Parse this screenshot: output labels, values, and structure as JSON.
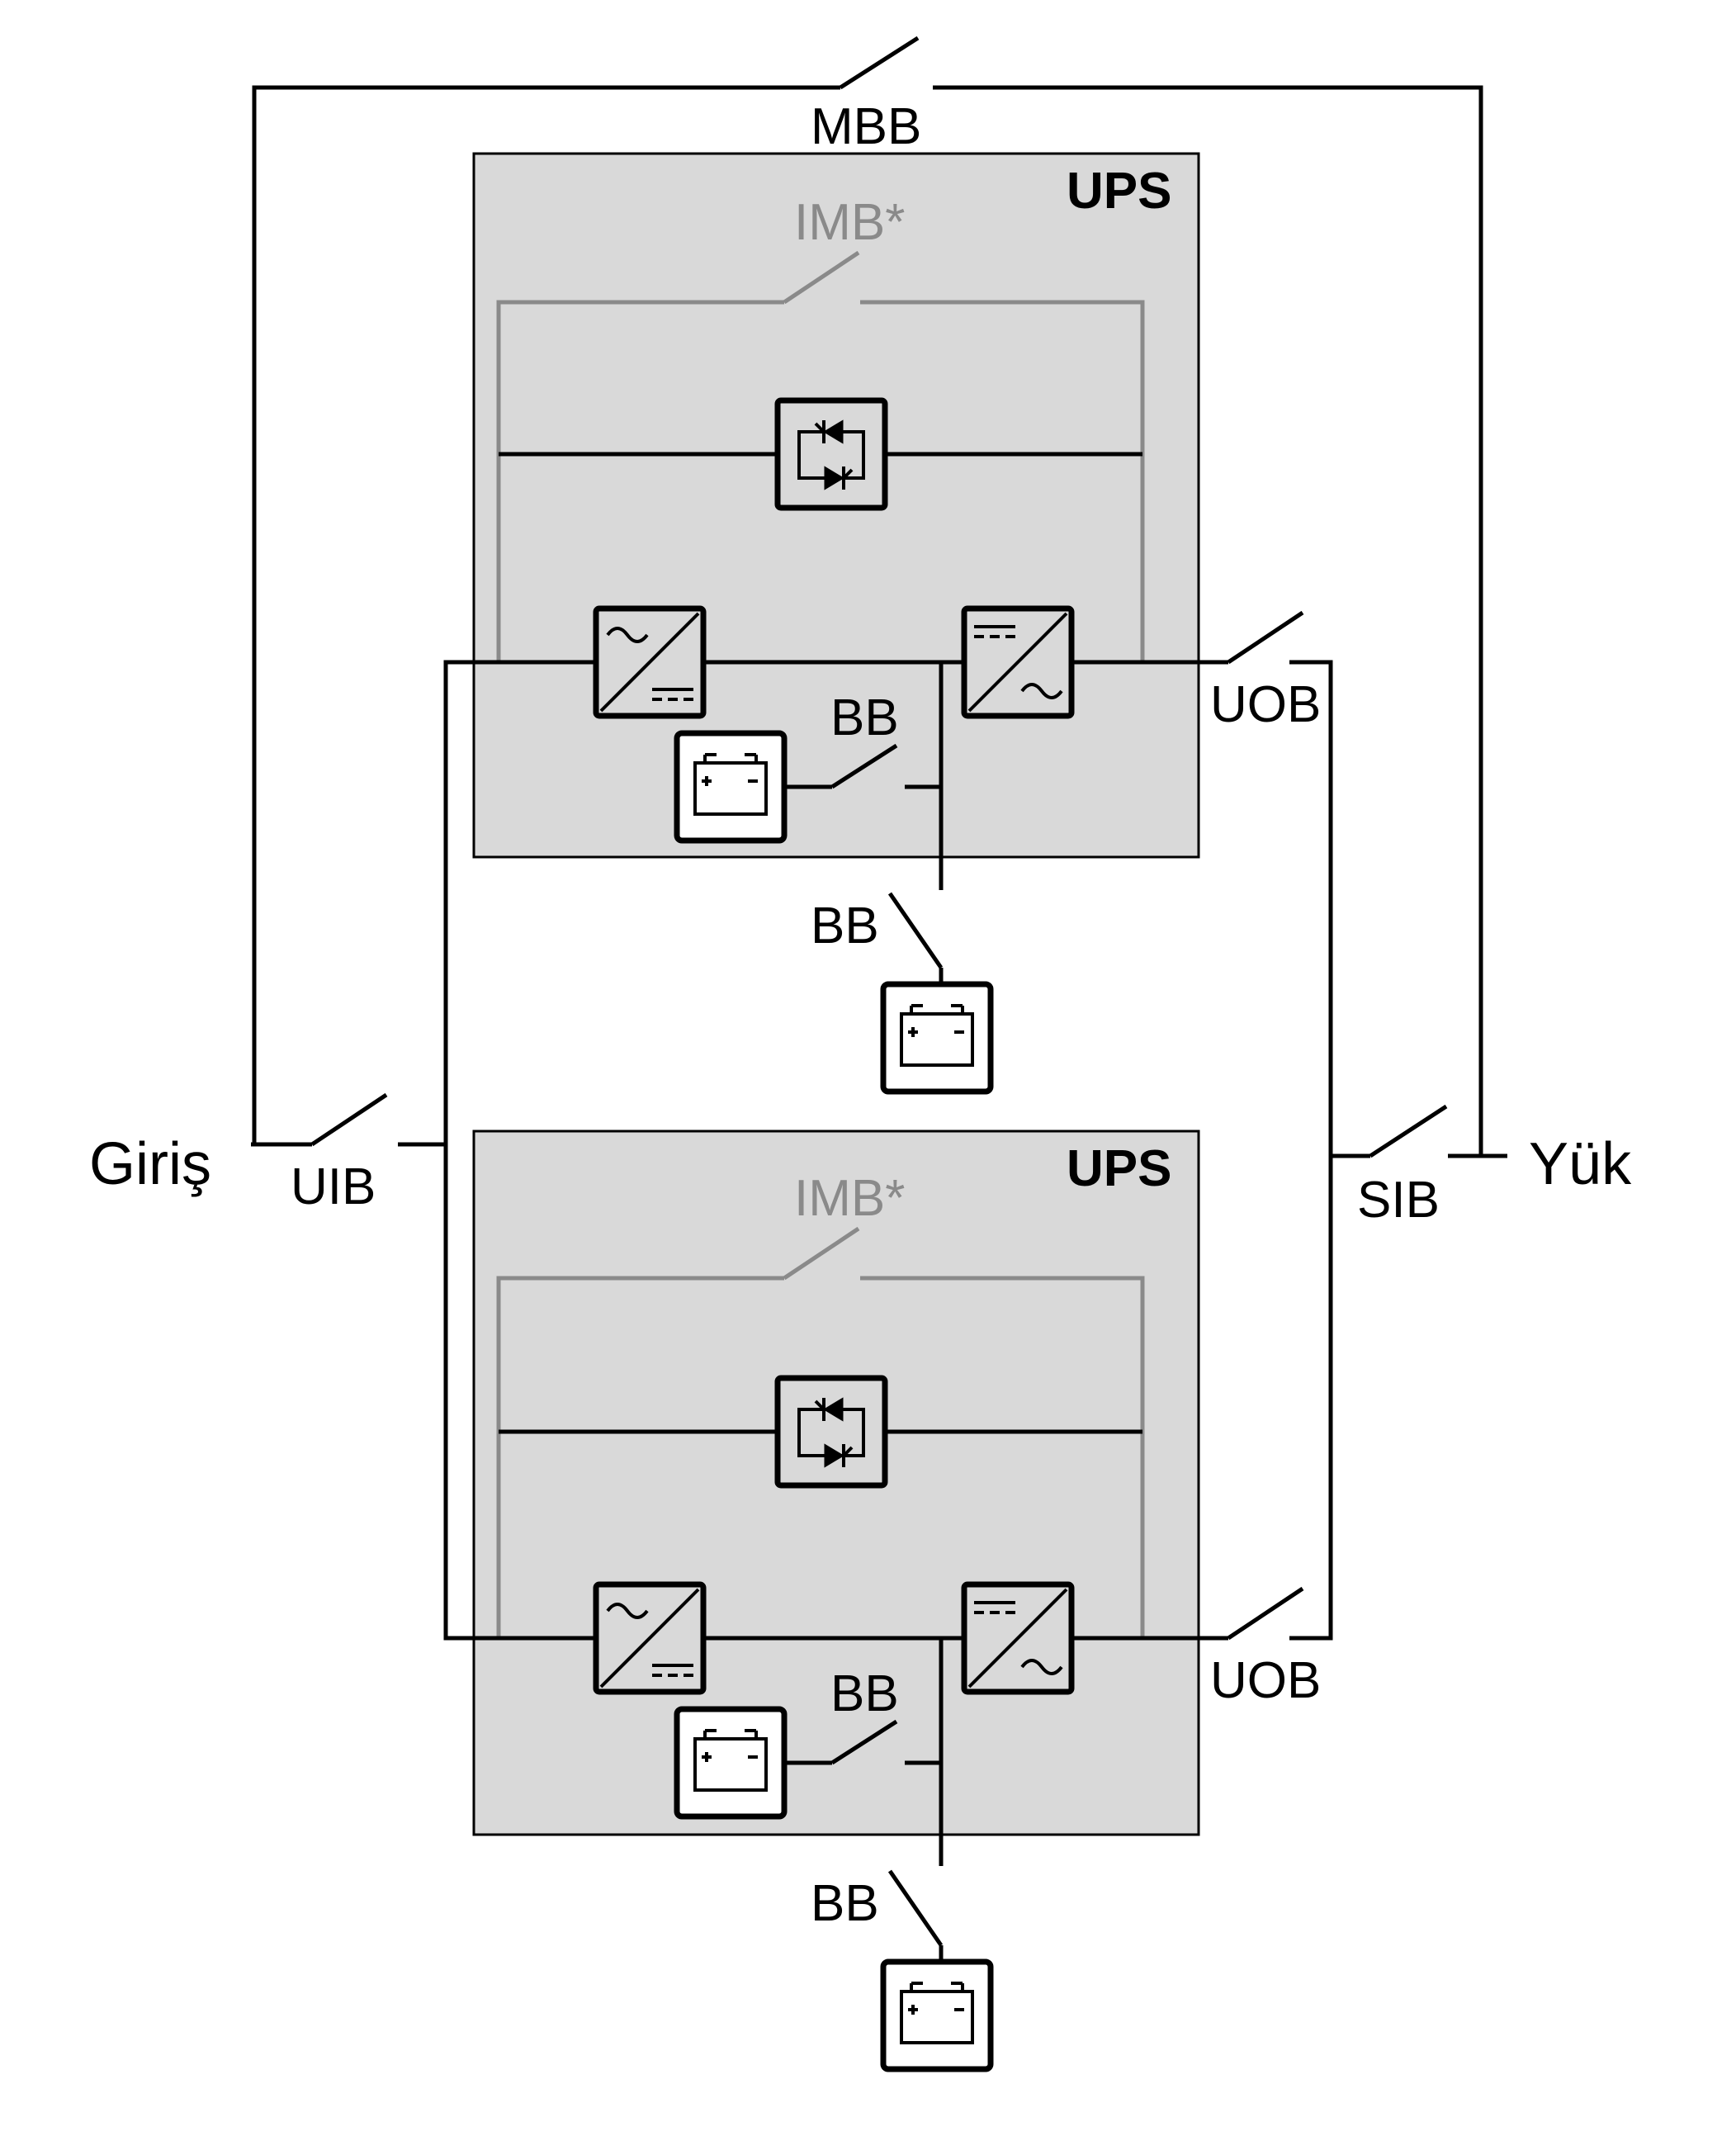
{
  "labels": {
    "input": "Giriş",
    "load": "Yük",
    "mbb": "MBB",
    "uib": "UIB",
    "sib": "SIB",
    "ups1": {
      "title": "UPS",
      "imb": "IMB*",
      "uob": "UOB",
      "bb_internal": "BB",
      "bb_external": "BB"
    },
    "ups2": {
      "title": "UPS",
      "imb": "IMB*",
      "uob": "UOB",
      "bb_internal": "BB",
      "bb_external": "BB"
    }
  },
  "colors": {
    "wire": "#000000",
    "internal_bypass_wire": "#8a8a8a",
    "ups_fill": "#d9d9d9",
    "battery_fill": "#ffffff"
  },
  "icons": {
    "rectifier": "ac-dc-converter-icon",
    "inverter": "dc-ac-converter-icon",
    "static_switch": "thyristor-static-switch-icon",
    "battery": "battery-icon"
  }
}
